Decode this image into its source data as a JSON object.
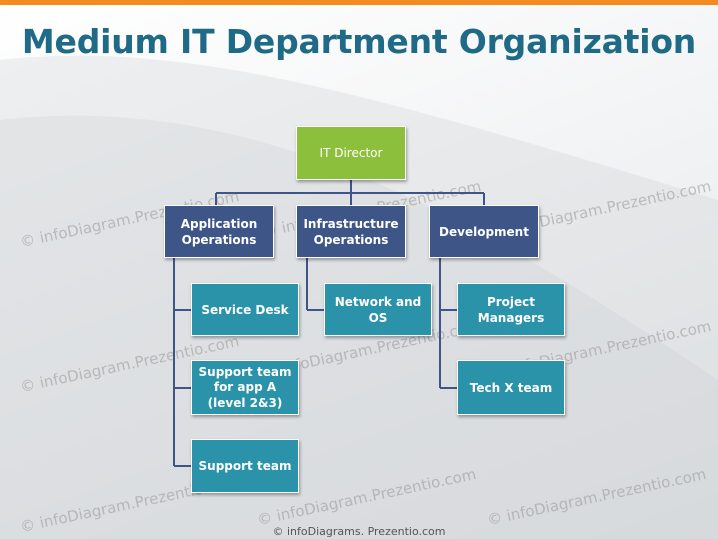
{
  "title": "Medium IT Department Organization",
  "director": {
    "label": "IT Director"
  },
  "departments": [
    {
      "label": "Application Operations"
    },
    {
      "label": "Infrastructure Operations"
    },
    {
      "label": "Development"
    }
  ],
  "teams": {
    "application": [
      {
        "label": "Service Desk"
      },
      {
        "label": "Support team for app A",
        "sublabel": "(level 2&3)"
      },
      {
        "label": "Support team"
      }
    ],
    "infrastructure": [
      {
        "label": "Network and OS"
      }
    ],
    "development": [
      {
        "label": "Project Managers"
      },
      {
        "label": "Tech X team"
      }
    ]
  },
  "watermark": "© infoDiagram.Prezentio.com",
  "footer": "© infoDiagrams. Prezentio.com",
  "colors": {
    "accent_bar": "#f28b20",
    "title": "#1f6a86",
    "director": "#8cbf3c",
    "department": "#3e5588",
    "team": "#2a93a9",
    "connector": "#3e5588"
  }
}
